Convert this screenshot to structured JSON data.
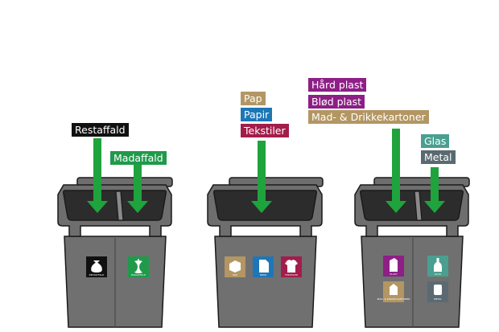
{
  "colors": {
    "restaffald": "#111111",
    "madaffald": "#1f9a4b",
    "pap": "#b39663",
    "papir": "#1d77b7",
    "tekstiler": "#a21d4b",
    "hard_plast": "#8d1f86",
    "blod_plast": "#8d1f86",
    "mad_drikkekartoner": "#b39663",
    "glas": "#4a9f90",
    "metal": "#5b6a72",
    "arrow": "#1fa33d",
    "bin_body": "#6e6e6e",
    "bin_lid": "#2c2c2c",
    "bin_outline": "#1a1a1a"
  },
  "bins": [
    {
      "name": "bin-restaffald-madaffald",
      "labels": [
        {
          "key": "restaffald",
          "text": "Restaffald",
          "color": "#111111"
        },
        {
          "key": "madaffald",
          "text": "Madaffald",
          "color": "#1f9a4b"
        }
      ],
      "pictograms": [
        {
          "icon": "trash-bag-icon",
          "caption": "RESTAFFALD",
          "color": "#111111"
        },
        {
          "icon": "apple-core-icon",
          "caption": "MADAFFALD",
          "color": "#1f9a4b"
        }
      ]
    },
    {
      "name": "bin-pap-papir-tekstiler",
      "labels": [
        {
          "key": "pap",
          "text": "Pap",
          "color": "#b39663"
        },
        {
          "key": "papir",
          "text": "Papir",
          "color": "#1d77b7"
        },
        {
          "key": "tekstiler",
          "text": "Tekstiler",
          "color": "#a21d4b"
        }
      ],
      "pictograms": [
        {
          "icon": "cardboard-icon",
          "caption": "PAP",
          "color": "#b39663"
        },
        {
          "icon": "paper-icon",
          "caption": "PAPIR",
          "color": "#1d77b7"
        },
        {
          "icon": "tshirt-icon",
          "caption": "TEKSTILER",
          "color": "#a21d4b"
        }
      ]
    },
    {
      "name": "bin-plast-glas-metal",
      "labels": [
        {
          "key": "hard_plast",
          "text": "Hård plast",
          "color": "#8d1f86"
        },
        {
          "key": "blod_plast",
          "text": "Blød plast",
          "color": "#8d1f86"
        },
        {
          "key": "mad_drikkekartoner",
          "text": "Mad- & Drikkekartoner",
          "color": "#b39663"
        },
        {
          "key": "glas",
          "text": "Glas",
          "color": "#4a9f90"
        },
        {
          "key": "metal",
          "text": "Metal",
          "color": "#5b6a72"
        }
      ],
      "pictograms": [
        {
          "icon": "plastic-bottle-icon",
          "caption": "PLAST",
          "color": "#8d1f86"
        },
        {
          "icon": "carton-icon",
          "caption": "MAD- & DRIKKE-KARTONER",
          "color": "#b39663"
        },
        {
          "icon": "glass-bottle-icon",
          "caption": "GLAS",
          "color": "#4a9f90"
        },
        {
          "icon": "can-icon",
          "caption": "METAL",
          "color": "#5b6a72"
        }
      ]
    }
  ]
}
